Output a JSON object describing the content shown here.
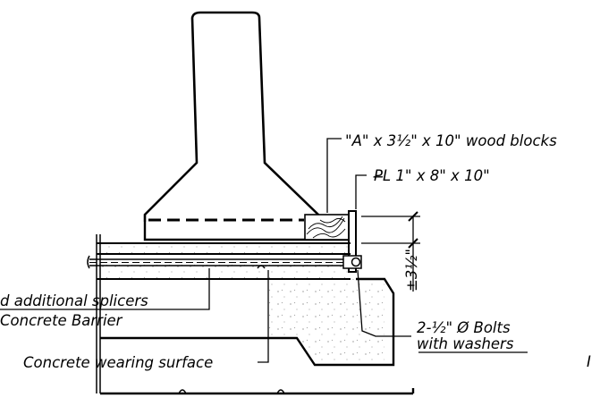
{
  "labels": {
    "wood_blocks": "\"A\" x 3½\" x 10\" wood blocks",
    "plate": "P̶L 1\" x 8\" x 10\"",
    "dimension": "±3½\"",
    "bolts_line1": "2-½\" Ø Bolts",
    "bolts_line2": "with washers",
    "splicers": "d additional splicers",
    "barrier": "Concrete Barrier",
    "wearing_surface": "Concrete wearing surface",
    "cut_right": "I"
  }
}
